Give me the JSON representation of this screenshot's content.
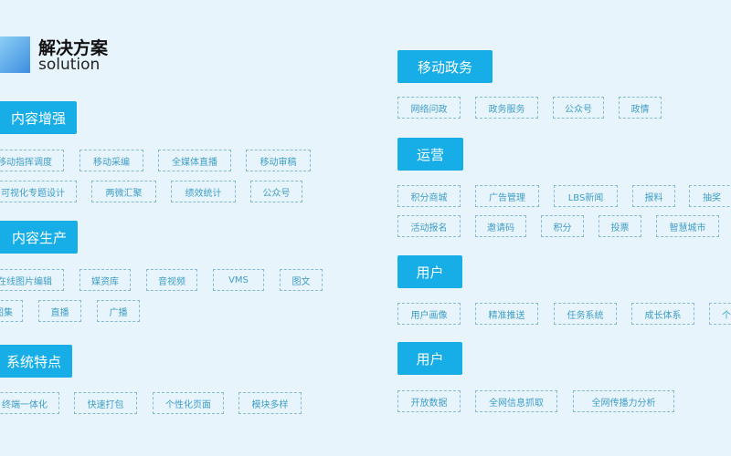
{
  "header": {
    "title": "解决方案",
    "subtitle": "solution"
  },
  "left": {
    "s1": {
      "label": "内容增强",
      "tags": [
        "移动指挥调度",
        "移动采编",
        "全媒体直播",
        "移动审稿",
        "可视化专题设计",
        "两微汇聚",
        "绩效统计",
        "公众号"
      ]
    },
    "s2": {
      "label": "内容生产",
      "tags": [
        "在线图片编辑",
        "媒资库",
        "音视频",
        "VMS",
        "图文",
        "图集",
        "直播",
        "广播"
      ]
    },
    "s3": {
      "label": "系统特点",
      "tags": [
        "终端一体化",
        "快速打包",
        "个性化页面",
        "模块多样"
      ]
    }
  },
  "right": {
    "s1": {
      "label": "移动政务",
      "tags": [
        "网络问政",
        "政务服务",
        "公众号",
        "政情"
      ]
    },
    "s2": {
      "label": "运营",
      "tags": [
        "积分商城",
        "广告管理",
        "LBS新闻",
        "报料",
        "抽奖",
        "活动报名",
        "邀请码",
        "积分",
        "投票",
        "智慧城市"
      ]
    },
    "s3": {
      "label": "用户",
      "tags": [
        "用户画像",
        "精准推送",
        "任务系统",
        "成长体系",
        "个"
      ]
    },
    "s4": {
      "label": "用户",
      "tags": [
        "开放数据",
        "全网信息抓取",
        "全网传播力分析"
      ]
    }
  },
  "colors": {
    "background": "#e8f4fc",
    "accent": "#17ade6",
    "tag_text": "#3f9ec6"
  }
}
